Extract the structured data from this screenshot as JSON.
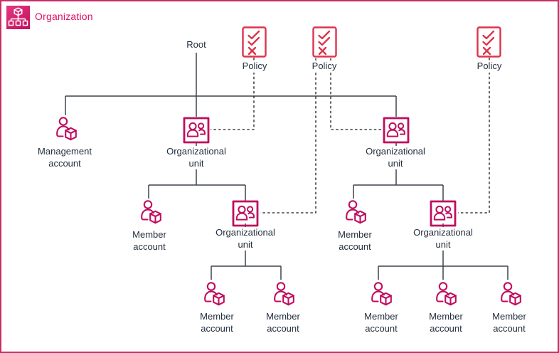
{
  "window": {
    "title_label": "Organization"
  },
  "colors": {
    "frame_border": "#cb2d66",
    "title_text": "#dd1066",
    "org_icon_gradient": [
      "#e23a80",
      "#c40d5d"
    ],
    "account_icon": "#bf0d5e",
    "organizational_unit_icon": "#bf0d5e",
    "policy_icon": "#dd344c",
    "label_text": "#232f3e",
    "solid_line": "#3d434b",
    "dashed_line": "#1a1a1a"
  },
  "policies": [
    {
      "label": "Policy",
      "attached_to": [
        "organizational-unit-left"
      ]
    },
    {
      "label": "Policy",
      "attached_to": [
        "organizational-unit-left-child",
        "organizational-unit-right"
      ]
    },
    {
      "label": "Policy",
      "attached_to": [
        "organizational-unit-right-child"
      ]
    }
  ],
  "hierarchy": {
    "root": {
      "label": "Root",
      "children": [
        {
          "type": "management-account",
          "label": "Management account"
        },
        {
          "type": "organizational-unit",
          "label": "Organizational unit",
          "children": [
            {
              "type": "member-account",
              "label": "Member account"
            },
            {
              "type": "organizational-unit",
              "label": "Organizational unit",
              "children": [
                {
                  "type": "member-account",
                  "label": "Member account"
                },
                {
                  "type": "member-account",
                  "label": "Member account"
                }
              ]
            }
          ]
        },
        {
          "type": "organizational-unit",
          "label": "Organizational unit",
          "children": [
            {
              "type": "member-account",
              "label": "Member account"
            },
            {
              "type": "organizational-unit",
              "label": "Organizational unit",
              "children": [
                {
                  "type": "member-account",
                  "label": "Member account"
                },
                {
                  "type": "member-account",
                  "label": "Member account"
                },
                {
                  "type": "member-account",
                  "label": "Member account"
                }
              ]
            }
          ]
        }
      ]
    }
  }
}
